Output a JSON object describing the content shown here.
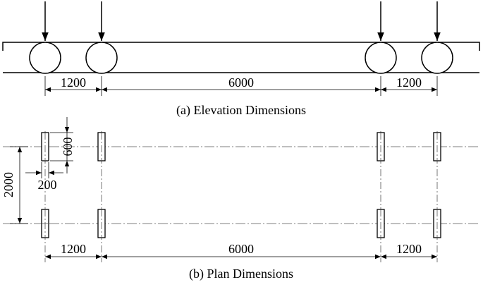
{
  "elevation": {
    "caption": "(a) Elevation Dimensions",
    "spacings": [
      "1200",
      "6000",
      "1200"
    ]
  },
  "plan": {
    "caption": "(b) Plan Dimensions",
    "spacings": [
      "1200",
      "6000",
      "1200"
    ],
    "track_gauge": "2000",
    "footprint_length": "600",
    "footprint_width": "200"
  },
  "colors": {
    "line": "#000000",
    "centerline": "#555555"
  }
}
